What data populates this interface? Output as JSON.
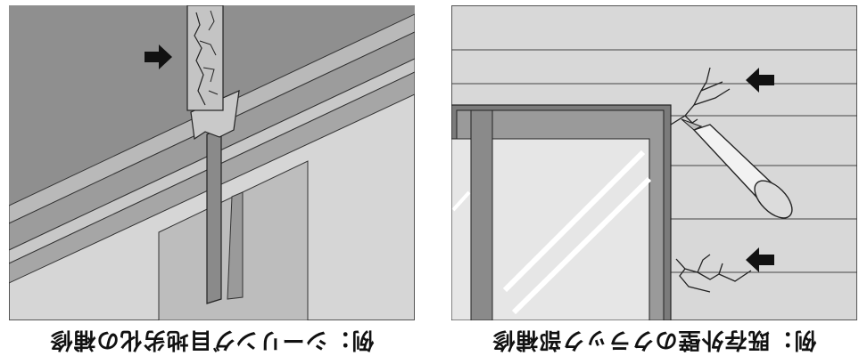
{
  "figures": [
    {
      "caption": "例：シーリング目地劣化の補修",
      "subject": "sealant-joint-repair",
      "icons": [
        "arrow-icon"
      ]
    },
    {
      "caption": "例：既存外壁のクラック部補修",
      "subject": "exterior-wall-crack-repair",
      "icons": [
        "arrow-icon",
        "arrow-icon",
        "caulking-gun-icon"
      ]
    }
  ],
  "colors": {
    "wall_dark": "#8f8f8f",
    "wall_mid": "#b4b4b4",
    "wall_light": "#d8d8d8",
    "frame": "#7a7a7a",
    "glass": "#e4e4e4",
    "outline": "#222222",
    "arrow": "#111111"
  }
}
